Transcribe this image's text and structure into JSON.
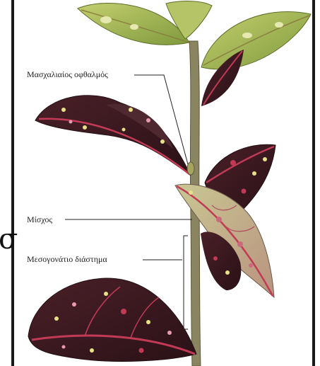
{
  "labels": {
    "axillary_bud": "Μασχαλιαίος οφθαλμός",
    "petiole": "Μίσχος",
    "internode": "Μεσογονάτιο διάστημα"
  },
  "side_glyph": "σ",
  "colors": {
    "frame": "#1a1a1a",
    "stem": "#8a8560",
    "leaf_dark": "#3a1a22",
    "leaf_vein": "#c23a55",
    "leaf_green": "#a9b85a",
    "spot": "#e7e089"
  }
}
